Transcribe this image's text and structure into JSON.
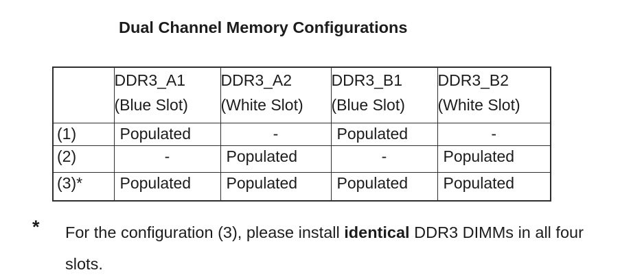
{
  "page": {
    "title": "Dual Channel Memory Configurations"
  },
  "table": {
    "headers": [
      {
        "line1": "",
        "line2": ""
      },
      {
        "line1": "DDR3_A1",
        "line2": "(Blue Slot)"
      },
      {
        "line1": "DDR3_A2",
        "line2": "(White Slot)"
      },
      {
        "line1": "DDR3_B1",
        "line2": "(Blue Slot)"
      },
      {
        "line1": "DDR3_B2",
        "line2": "(White Slot)"
      }
    ],
    "rows": [
      {
        "label": "(1)",
        "cells": [
          "Populated",
          "-",
          "Populated",
          "-"
        ]
      },
      {
        "label": "(2)",
        "cells": [
          "-",
          "Populated",
          "-",
          "Populated"
        ]
      },
      {
        "label": "(3)*",
        "cells": [
          "Populated",
          "Populated",
          "Populated",
          "Populated"
        ]
      }
    ]
  },
  "footnote": {
    "marker": "*",
    "line1_before": "For the configuration (3), please install ",
    "line1_bold": "identical",
    "line1_after": " DDR3 DIMMs in all four",
    "line2": "slots."
  },
  "colors": {
    "text": "#1c1c1c",
    "border": "#2e2e2e",
    "background": "#ffffff"
  }
}
